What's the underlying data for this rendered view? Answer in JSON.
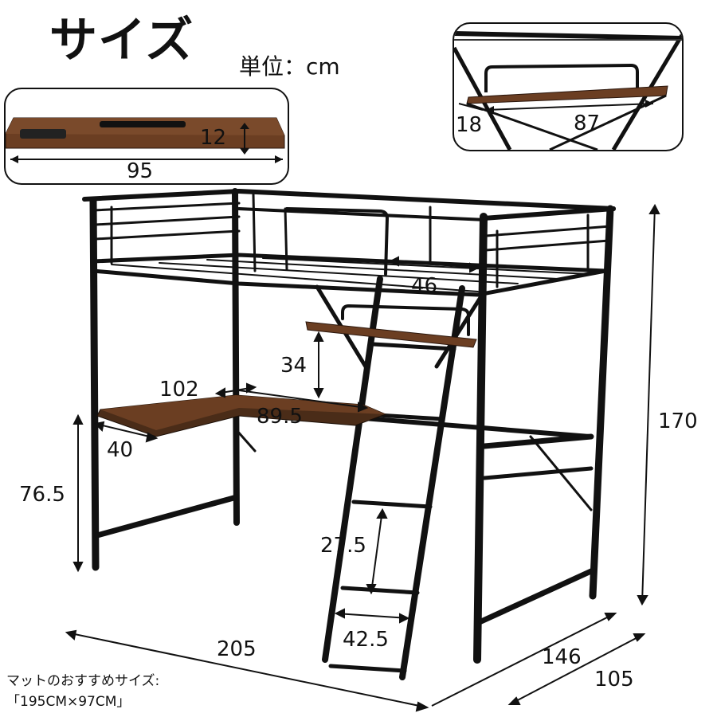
{
  "title": "サイズ",
  "unit_label": "単位：cm",
  "dimensions": {
    "shelf_width": "95",
    "shelf_height": "12",
    "top_shelf_depth": "18",
    "top_shelf_width": "87",
    "ladder_opening": "46",
    "shelf_gap": "34",
    "desk_long": "102",
    "desk_mid": "89.5",
    "desk_depth": "40",
    "desk_height": "76.5",
    "total_height": "170",
    "rung_spacing": "27.5",
    "ladder_width": "42.5",
    "total_length": "205",
    "total_width_outer": "146",
    "total_width_inner": "105"
  },
  "mat_note": {
    "line1": "マットのおすすめサイズ:",
    "line2": "「195CM×97CM」"
  }
}
